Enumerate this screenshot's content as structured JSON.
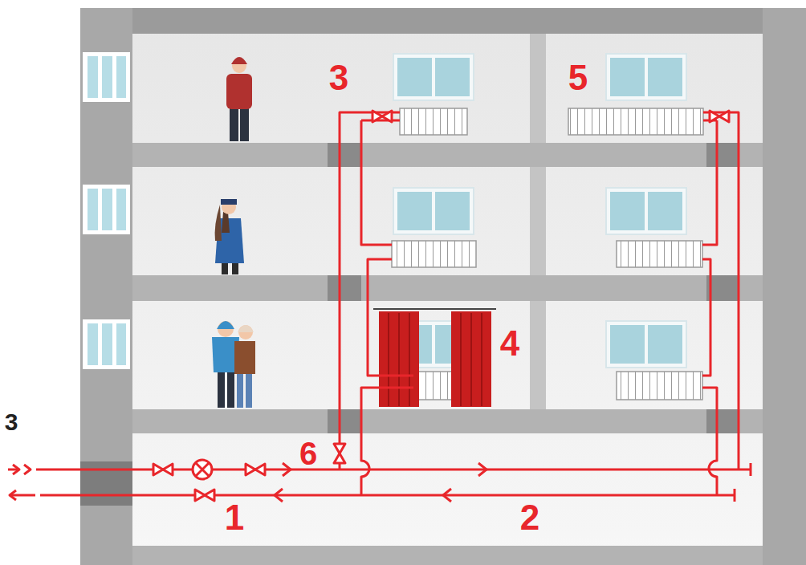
{
  "diagram": {
    "labels": [
      "3",
      "5",
      "4",
      "3",
      "6",
      "1",
      "2"
    ]
  }
}
